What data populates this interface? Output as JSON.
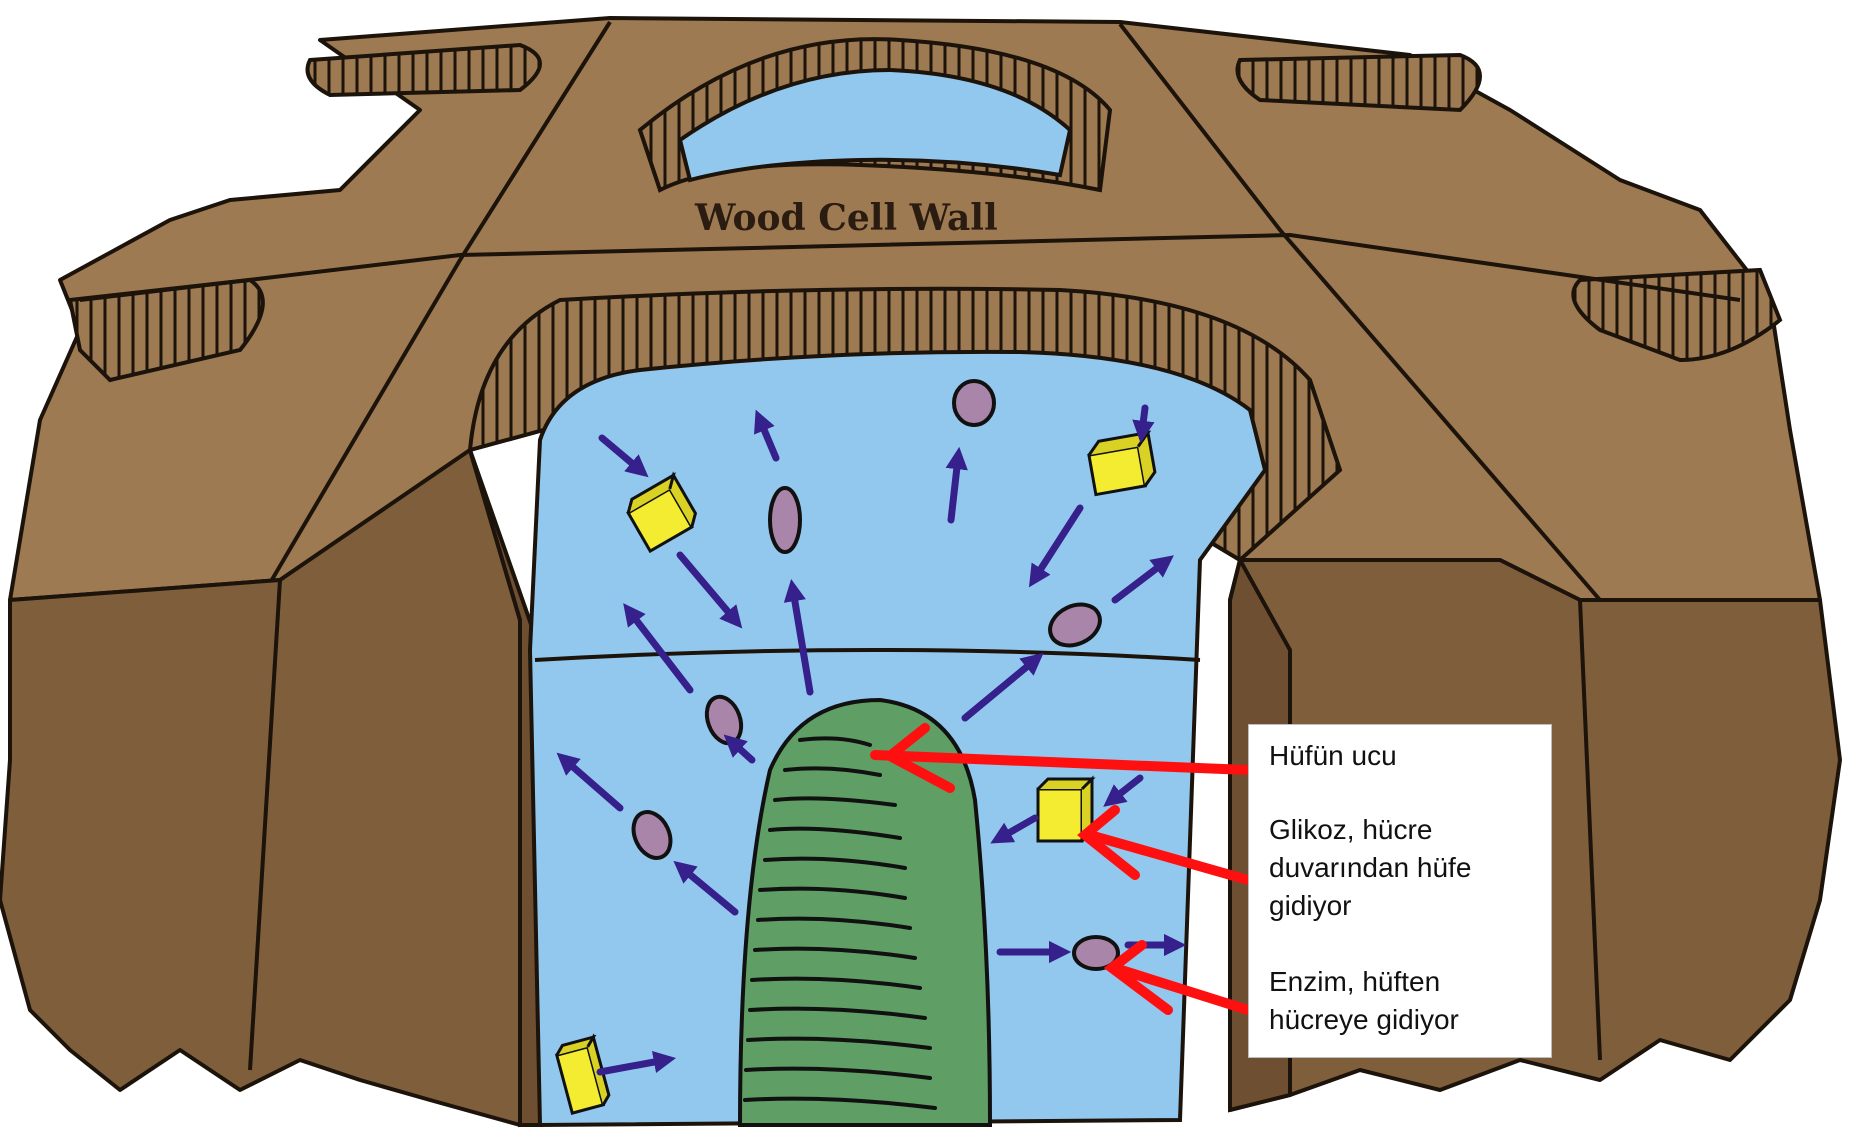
{
  "diagram": {
    "wall_label": "Wood Cell Wall",
    "annotations": {
      "hyphal_tip": "Hüfün ucu",
      "glucose_line1": "Glikoz, hücre",
      "glucose_line2": "duvarından hüfe",
      "glucose_line3": "gidiyor",
      "enzyme_line1": "Enzim, hüften",
      "enzyme_line2": "hücreye gidiyor"
    },
    "colors": {
      "wall": "#9e7a52",
      "lumen": "#93c8ee",
      "hypha": "#5f9e64",
      "enzyme": "#a985a9",
      "glucose": "#f3ec30",
      "flow_arrow": "#35208c",
      "annotation_arrow": "#ff1010"
    }
  }
}
